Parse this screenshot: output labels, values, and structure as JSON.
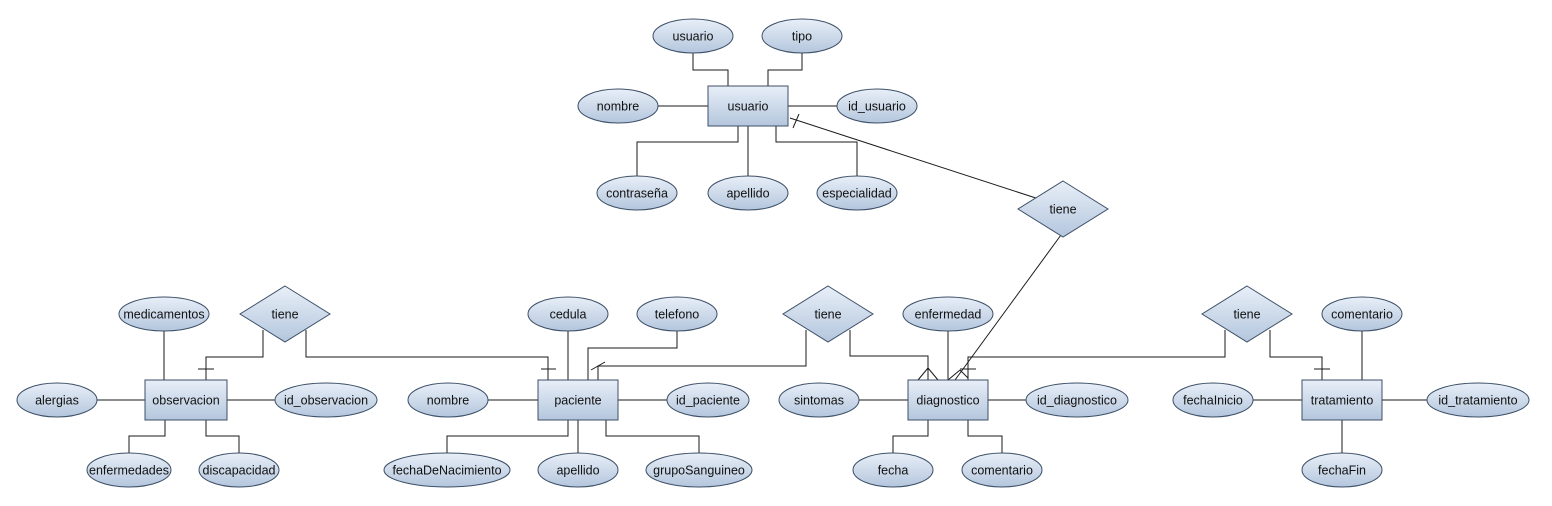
{
  "diagram": {
    "colors": {
      "fill_top": "#e8eff8",
      "fill_bottom": "#b4c6dd",
      "stroke": "#3c4f66",
      "line": "#1a1a1a",
      "text": "#111111"
    },
    "entities": [
      {
        "id": "usuario",
        "label": "usuario"
      },
      {
        "id": "observacion",
        "label": "observacion"
      },
      {
        "id": "paciente",
        "label": "paciente"
      },
      {
        "id": "diagnostico",
        "label": "diagnostico"
      },
      {
        "id": "tratamiento",
        "label": "tratamiento"
      }
    ],
    "attributes": [
      {
        "id": "u_usuario",
        "label": "usuario"
      },
      {
        "id": "u_tipo",
        "label": "tipo"
      },
      {
        "id": "u_nombre",
        "label": "nombre"
      },
      {
        "id": "u_id",
        "label": "id_usuario"
      },
      {
        "id": "u_contrasena",
        "label": "contraseña"
      },
      {
        "id": "u_apellido",
        "label": "apellido"
      },
      {
        "id": "u_especialidad",
        "label": "especialidad"
      },
      {
        "id": "o_medicamentos",
        "label": "medicamentos"
      },
      {
        "id": "o_alergias",
        "label": "alergias"
      },
      {
        "id": "o_id",
        "label": "id_observacion"
      },
      {
        "id": "o_enfermedades",
        "label": "enfermedades"
      },
      {
        "id": "o_discapacidad",
        "label": "discapacidad"
      },
      {
        "id": "p_cedula",
        "label": "cedula"
      },
      {
        "id": "p_telefono",
        "label": "telefono"
      },
      {
        "id": "p_nombre",
        "label": "nombre"
      },
      {
        "id": "p_id",
        "label": "id_paciente"
      },
      {
        "id": "p_fecha",
        "label": "fechaDeNacimiento"
      },
      {
        "id": "p_apellido",
        "label": "apellido"
      },
      {
        "id": "p_grupo",
        "label": "grupoSanguineo"
      },
      {
        "id": "d_enfermedad",
        "label": "enfermedad"
      },
      {
        "id": "d_sintomas",
        "label": "sintomas"
      },
      {
        "id": "d_id",
        "label": "id_diagnostico"
      },
      {
        "id": "d_fecha",
        "label": "fecha"
      },
      {
        "id": "d_comentario",
        "label": "comentario"
      },
      {
        "id": "t_comentario",
        "label": "comentario"
      },
      {
        "id": "t_inicio",
        "label": "fechaInicio"
      },
      {
        "id": "t_id",
        "label": "id_tratamiento"
      },
      {
        "id": "t_fin",
        "label": "fechaFin"
      }
    ],
    "relationships": [
      {
        "id": "r_usuario_diag",
        "label": "tiene"
      },
      {
        "id": "r_obs_pac",
        "label": "tiene"
      },
      {
        "id": "r_pac_diag",
        "label": "tiene"
      },
      {
        "id": "r_diag_trat",
        "label": "tiene"
      }
    ]
  }
}
